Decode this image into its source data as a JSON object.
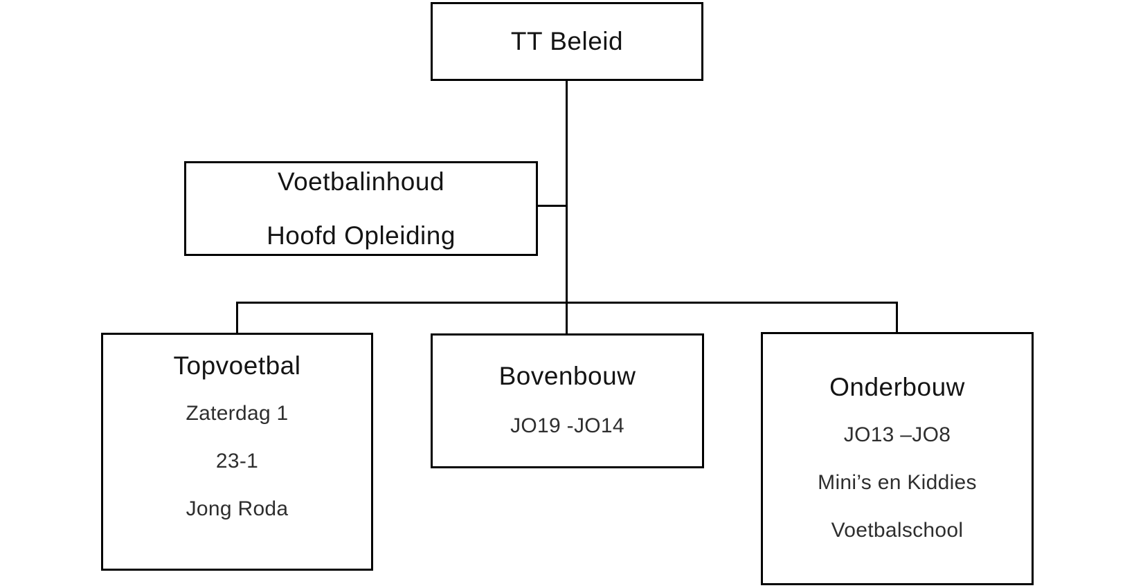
{
  "org": {
    "root": {
      "title": "TT Beleid"
    },
    "staff": {
      "line1": "Voetbalinhoud",
      "line2": "Hoofd Opleiding"
    },
    "children": [
      {
        "title": "Topvoetbal",
        "items": [
          "Zaterdag 1",
          "23-1",
          "Jong Roda"
        ]
      },
      {
        "title": "Bovenbouw",
        "items": [
          "JO19 -JO14"
        ]
      },
      {
        "title": "Onderbouw",
        "items": [
          "JO13 –JO8",
          "Mini’s en Kiddies",
          "Voetbalschool"
        ]
      }
    ]
  },
  "colors": {
    "line": "#000000",
    "heading_text": "#141414",
    "item_text": "#2e2e2e",
    "background": "#ffffff"
  }
}
